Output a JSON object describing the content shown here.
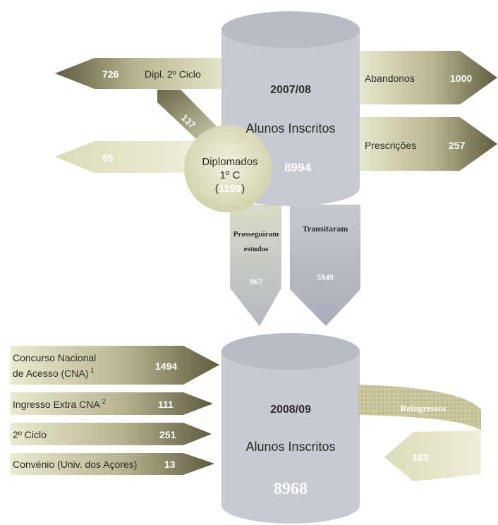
{
  "top": {
    "year": "2007/08",
    "label": "Alunos Inscritos",
    "total": "8994"
  },
  "bottom": {
    "year": "2008/09",
    "label": "Alunos Inscritos",
    "total": "8968"
  },
  "outflows_right": [
    {
      "label": "Abandonos",
      "value": "1000"
    },
    {
      "label": "Prescrições",
      "value": "257"
    }
  ],
  "outflows_left": {
    "dipl2": {
      "label": "Dipl. 2º Ciclo",
      "value": "726"
    },
    "other": {
      "value": "95"
    },
    "to_dipl2": {
      "value": "137"
    }
  },
  "graduates": {
    "line1": "Diplomados",
    "line2": "1º C",
    "paren_open": "(",
    "value": "1199",
    "paren_close": ")"
  },
  "flows_down": {
    "continued": {
      "line1": "Prosseguiram",
      "line2": "estudos",
      "value": "967"
    },
    "transitioned": {
      "label": "Transitaram",
      "value": "5949"
    }
  },
  "inflows": [
    {
      "line1": "Concurso Nacional",
      "line2": "de Acesso (CNA)",
      "sup": "1",
      "value": "1494"
    },
    {
      "line1": "Ingresso Extra CNA",
      "sup": "2",
      "value": "111"
    },
    {
      "line1": "2º Ciclo",
      "value": "251"
    },
    {
      "line1": "Convénio (Univ. dos Açores)",
      "value": "13"
    }
  ],
  "reentries": {
    "label": "Reingressos",
    "value": "183"
  },
  "colors": {
    "olive_dark": "#6f6c4e",
    "olive_light": "#e7e6c9",
    "cylinder_fill": "#c8cbd2",
    "cylinder_top": "#b9bdc6",
    "flow_fill": "#b5bac4"
  }
}
